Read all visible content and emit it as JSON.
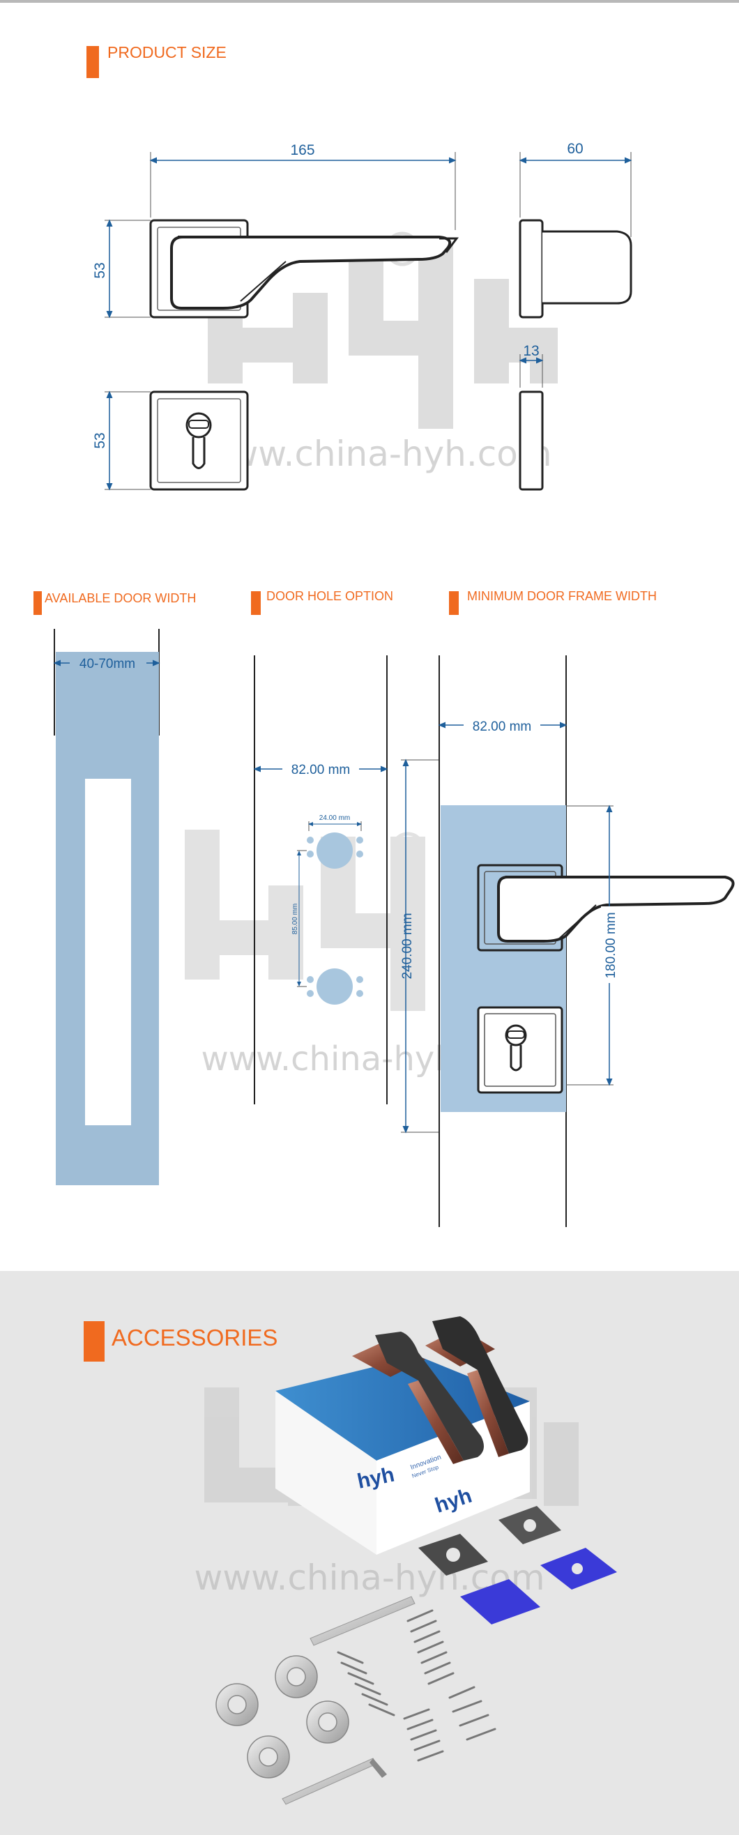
{
  "sections": {
    "product_size": "PRODUCT SIZE",
    "available_door_width": "AVAILABLE DOOR WIDTH",
    "door_hole_option": "DOOR HOLE OPTION",
    "minimum_door_frame_width": "MINIMUM DOOR FRAME WIDTH",
    "accessories": "ACCESSORIES"
  },
  "product_size": {
    "length": "165",
    "depth": "60",
    "height_lever": "53",
    "height_escutcheon": "53",
    "thickness": "13"
  },
  "door": {
    "width_range": "40-70mm",
    "hole_distance": "82.00 mm",
    "hole_diameter": "24.00 mm",
    "hole_spacing": "85.00 mm",
    "hole_height": "240.00 mm",
    "frame_distance": "82.00 mm",
    "frame_height": "180.00 mm"
  },
  "watermark": {
    "logo": "hyh",
    "url": "www.china-hyh.com"
  },
  "box": {
    "logo": "hyh",
    "tagline_1": "Innovation",
    "tagline_2": "Never Stop"
  },
  "colors": {
    "accent": "#f06a1f",
    "dimension": "#1e5f9b",
    "door_blue": "#9fbdd6",
    "hole_blue": "#a8c6de",
    "accessories_bg": "#e6e6e6"
  }
}
